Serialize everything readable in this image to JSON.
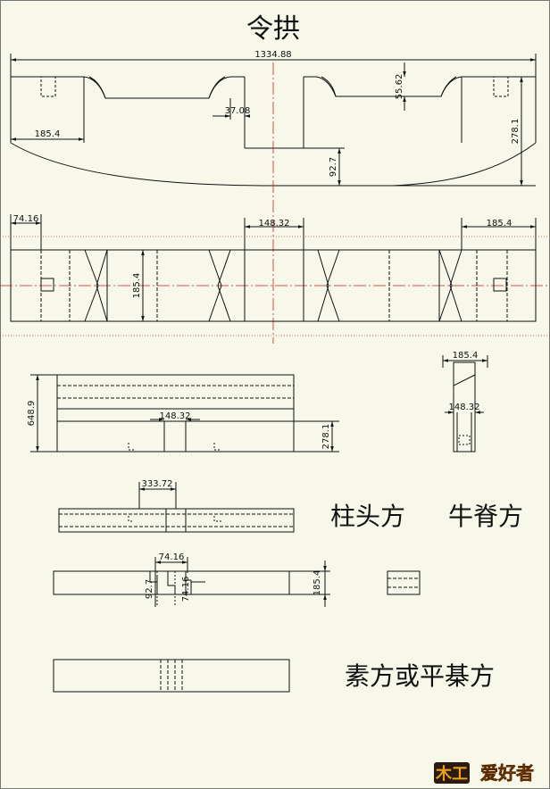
{
  "drawing_title": "令拱",
  "dims": {
    "overall_length": "1334.88",
    "top_depth": "55.62",
    "notch": "37.08",
    "left_end": "185.4",
    "height": "278.1",
    "lower_height": "92.7",
    "plan_end": "74.16",
    "plan_mid": "148.32",
    "plan_right": "185.4",
    "plan_width": "185.4",
    "elev_height": "648.9",
    "elev_slot": "148.32",
    "elev_lower": "278.1",
    "side_top": "185.4",
    "side_slot": "148.32",
    "beam1_slot": "333.72",
    "beam2_notch": "74.16",
    "beam2_h1": "92.7",
    "beam2_h2": "74.16",
    "beam2_h": "185.4"
  },
  "labels": {
    "zhutoufang": "柱头方",
    "niujifang": "牛脊方",
    "sufang": "素方或平棊方"
  },
  "logo": {
    "mark": "木工",
    "text": "爱好者"
  },
  "colors": {
    "line": "#111111",
    "center": "#cc2222",
    "logo": "#e8a21a"
  }
}
